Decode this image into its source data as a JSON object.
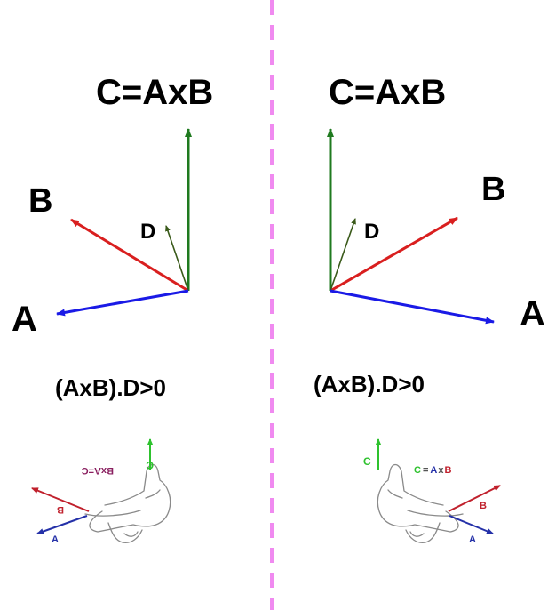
{
  "colors": {
    "a_vector": "#1a1ae6",
    "b_vector": "#d91f1f",
    "c_vector": "#1f7a1f",
    "d_vector": "#3a5a1a",
    "divider": "#f08af0",
    "hand_c": "#2ec22e",
    "hand_b": "#c0202c",
    "hand_a": "#2430a8"
  },
  "left_panel": {
    "c_label": "C=AxB",
    "b_label": "B",
    "d_label": "D",
    "a_label": "A",
    "condition": "(AxB).D>0",
    "hand": {
      "equation": "BxA=C",
      "c_label": "C",
      "b_label": "B",
      "a_label": "A"
    }
  },
  "right_panel": {
    "c_label": "C=AxB",
    "b_label": "B",
    "d_label": "D",
    "a_label": "A",
    "condition": "(AxB).D>0",
    "hand": {
      "c_label": "C",
      "eq_c": "C",
      "eq_eq": "=",
      "eq_a": "A",
      "eq_x": "x",
      "eq_b": "B",
      "b_label": "B",
      "a_label": "A"
    }
  }
}
